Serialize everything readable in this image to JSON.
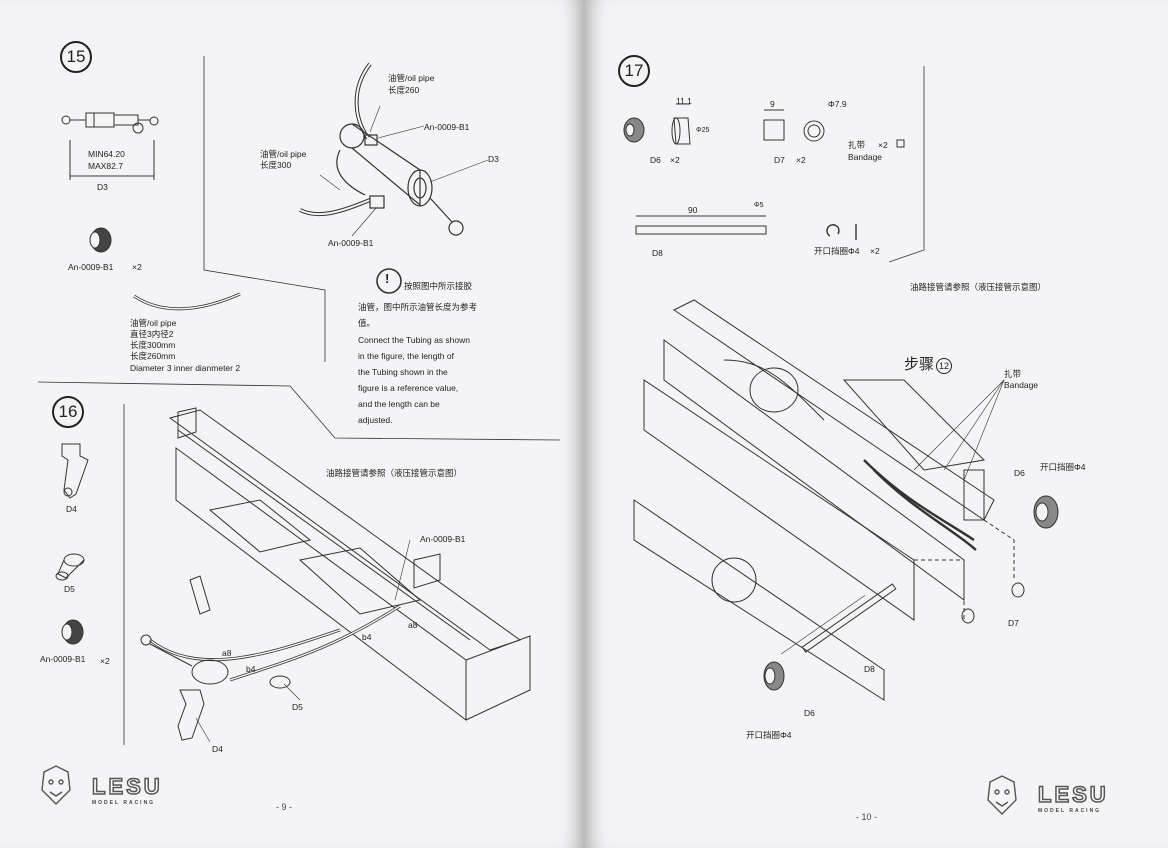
{
  "left": {
    "step15": {
      "number": "15",
      "d3_label_min": "MIN64.20",
      "d3_label_max": "MAX82.7",
      "d3_caption": "D3",
      "an_part": "An-0009-B1",
      "an_qty": "×2",
      "pipe_label1": "油管/oil pipe",
      "pipe_label2": "直径3内径2",
      "pipe_label3": "长度300mm",
      "pipe_label4": "长度260mm",
      "pipe_label5": "Diameter 3 inner dianmeter 2",
      "diag_pipe_top1": "油管/oil pipe",
      "diag_pipe_top2": "长度260",
      "diag_an_top": "An-0009-B1",
      "diag_d3": "D3",
      "diag_pipe_left1": "油管/oil pipe",
      "diag_pipe_left2": "长度300",
      "diag_an_bottom": "An-0009-B1",
      "note_icon": "!",
      "note_cn1": "按照图中所示接胶",
      "note_cn2": "油管，图中所示油管长度为参考",
      "note_cn3": "值。",
      "note_en1": "Connect the Tubing as shown",
      "note_en2": "in the figure, the length of",
      "note_en3": "the Tubing shown in the",
      "note_en4": "figure is a reference value,",
      "note_en5": "and the length can be",
      "note_en6": "adjusted."
    },
    "step16": {
      "number": "16",
      "d4": "D4",
      "d5": "D5",
      "an_part": "An-0009-B1",
      "an_qty": "×2",
      "ref_title": "油路接管请参照（液压接管示意图）",
      "diag_an": "An-0009-B1",
      "diag_a8_top": "a8",
      "diag_b4_top": "b4",
      "diag_a8_left": "a8",
      "diag_b4_left": "b4",
      "diag_d5": "D5",
      "diag_d4": "D4"
    },
    "logo": "LESU",
    "logo_sub": "MODEL RACING",
    "page_number": "- 9 -"
  },
  "right": {
    "step17": {
      "number": "17",
      "d6_dim1": "11.1",
      "d6_dim2": "Φ25",
      "d6_caption": "D6",
      "d6_qty": "×2",
      "d7_dim1": "9",
      "d7_dim2": "Φ7.9",
      "d7_caption": "D7",
      "d7_qty": "×2",
      "bandage_cn": "扎带",
      "bandage_qty": "×2",
      "bandage_en": "Bandage",
      "d8_dim1": "90",
      "d8_dim2": "Φ5",
      "d8_caption": "D8",
      "clip_caption": "开口挡圈Φ4",
      "clip_qty": "×2",
      "ref_title": "油路接管请参照（液压接管示意图）",
      "step_ref_cn": "步骤",
      "step_ref_num": "12",
      "diag_bandage_cn": "扎带",
      "diag_bandage_en": "Bandage",
      "diag_d6_top": "D6",
      "diag_clip_top": "开口挡圈Φ4",
      "diag_d7": "D7",
      "diag_d8": "D8",
      "diag_d6_bottom": "D6",
      "diag_clip_bottom": "开口挡圈Φ4"
    },
    "logo": "LESU",
    "logo_sub": "MODEL RACING",
    "page_number": "- 10 -"
  },
  "colors": {
    "paper": "#f4f4f6",
    "ink": "#222222",
    "gutter": "#cfcfd1"
  }
}
